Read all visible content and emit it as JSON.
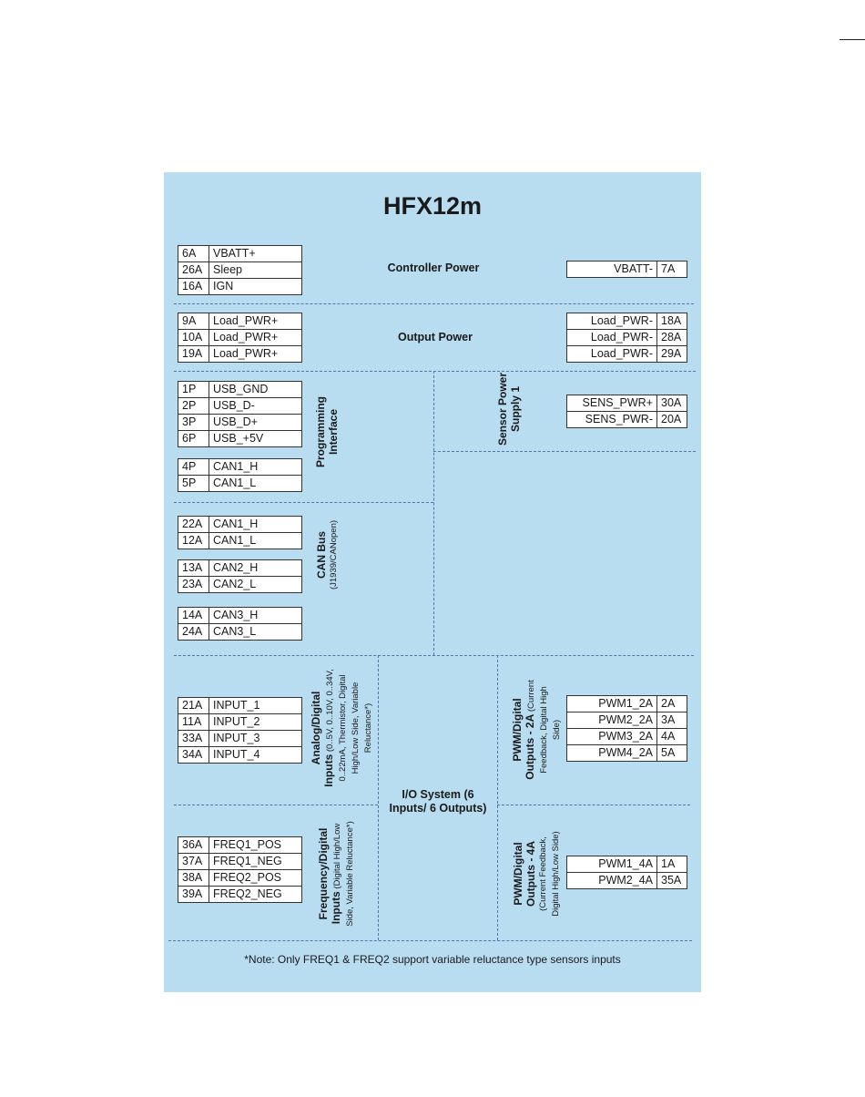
{
  "diagram": {
    "title": "HFX12m",
    "note": "*Note: Only FREQ1 & FREQ2 support variable reluctance type sensors inputs",
    "sections": {
      "controller_power": "Controller Power",
      "output_power": "Output Power",
      "io_system_line1": "I/O System (6",
      "io_system_line2": "Inputs/ 6 Outputs)",
      "programming_line1": "Programming",
      "programming_line2": "Interface",
      "sensor_line1": "Sensor Power",
      "sensor_line2": "Supply 1",
      "can_bus_line1": "CAN Bus",
      "can_bus_line2": "(J1939/CANopen)",
      "analog_line1": "Analog/Digital",
      "analog_line2_bold": "Inputs",
      "analog_line2_small": " (0..5V, 0..10V, 0..34V,",
      "analog_line3": "0..22mA, Thermistor, Digital",
      "analog_line4": "High/Low Side, Variable",
      "analog_line5": "Reluctance*)",
      "freq_line1": "Frequency/Digital",
      "freq_line2_bold": "Inputs",
      "freq_line2_small": " (Digital High/Low",
      "freq_line3": "Side, Variable Reluctance*)",
      "pwm2_line1": "PWM/Digital",
      "pwm2_line2_bold": "Outputs - 2A",
      "pwm2_line2_small": " (Current",
      "pwm2_line3": "Feedback, Digital High",
      "pwm2_line4": "Side)",
      "pwm4_line1": "PWM/Digital",
      "pwm4_line2": "Outputs - 4A",
      "pwm4_line3": "(Current Feedback,",
      "pwm4_line4": "Digital High/Low Side)"
    },
    "tables": {
      "controller_power_left": [
        {
          "pin": "6A",
          "signal": "VBATT+"
        },
        {
          "pin": "26A",
          "signal": "Sleep"
        },
        {
          "pin": "16A",
          "signal": "IGN"
        }
      ],
      "controller_power_right": [
        {
          "signal": "VBATT-",
          "pin": "7A"
        }
      ],
      "output_power_left": [
        {
          "pin": "9A",
          "signal": "Load_PWR+"
        },
        {
          "pin": "10A",
          "signal": "Load_PWR+"
        },
        {
          "pin": "19A",
          "signal": "Load_PWR+"
        }
      ],
      "output_power_right": [
        {
          "signal": "Load_PWR-",
          "pin": "18A"
        },
        {
          "signal": "Load_PWR-",
          "pin": "28A"
        },
        {
          "signal": "Load_PWR-",
          "pin": "29A"
        }
      ],
      "usb": [
        {
          "pin": "1P",
          "signal": "USB_GND"
        },
        {
          "pin": "2P",
          "signal": "USB_D-"
        },
        {
          "pin": "3P",
          "signal": "USB_D+"
        },
        {
          "pin": "6P",
          "signal": "USB_+5V"
        }
      ],
      "prog_can": [
        {
          "pin": "4P",
          "signal": "CAN1_H"
        },
        {
          "pin": "5P",
          "signal": "CAN1_L"
        }
      ],
      "sensor_power": [
        {
          "signal": "SENS_PWR+",
          "pin": "30A"
        },
        {
          "signal": "SENS_PWR-",
          "pin": "20A"
        }
      ],
      "can1": [
        {
          "pin": "22A",
          "signal": "CAN1_H"
        },
        {
          "pin": "12A",
          "signal": "CAN1_L"
        }
      ],
      "can2": [
        {
          "pin": "13A",
          "signal": "CAN2_H"
        },
        {
          "pin": "23A",
          "signal": "CAN2_L"
        }
      ],
      "can3": [
        {
          "pin": "14A",
          "signal": "CAN3_H"
        },
        {
          "pin": "24A",
          "signal": "CAN3_L"
        }
      ],
      "analog_inputs": [
        {
          "pin": "21A",
          "signal": "INPUT_1"
        },
        {
          "pin": "11A",
          "signal": "INPUT_2"
        },
        {
          "pin": "33A",
          "signal": "INPUT_3"
        },
        {
          "pin": "34A",
          "signal": "INPUT_4"
        }
      ],
      "freq_inputs": [
        {
          "pin": "36A",
          "signal": "FREQ1_POS"
        },
        {
          "pin": "37A",
          "signal": "FREQ1_NEG"
        },
        {
          "pin": "38A",
          "signal": "FREQ2_POS"
        },
        {
          "pin": "39A",
          "signal": "FREQ2_NEG"
        }
      ],
      "pwm_2a": [
        {
          "signal": "PWM1_2A",
          "pin": "2A"
        },
        {
          "signal": "PWM2_2A",
          "pin": "3A"
        },
        {
          "signal": "PWM3_2A",
          "pin": "4A"
        },
        {
          "signal": "PWM4_2A",
          "pin": "5A"
        }
      ],
      "pwm_4a": [
        {
          "signal": "PWM1_4A",
          "pin": "1A"
        },
        {
          "signal": "PWM2_4A",
          "pin": "35A"
        }
      ]
    },
    "colors": {
      "panel_background": "#b8dcf0",
      "dashed_divider": "#4a78ad",
      "table_background": "#ffffff"
    }
  }
}
